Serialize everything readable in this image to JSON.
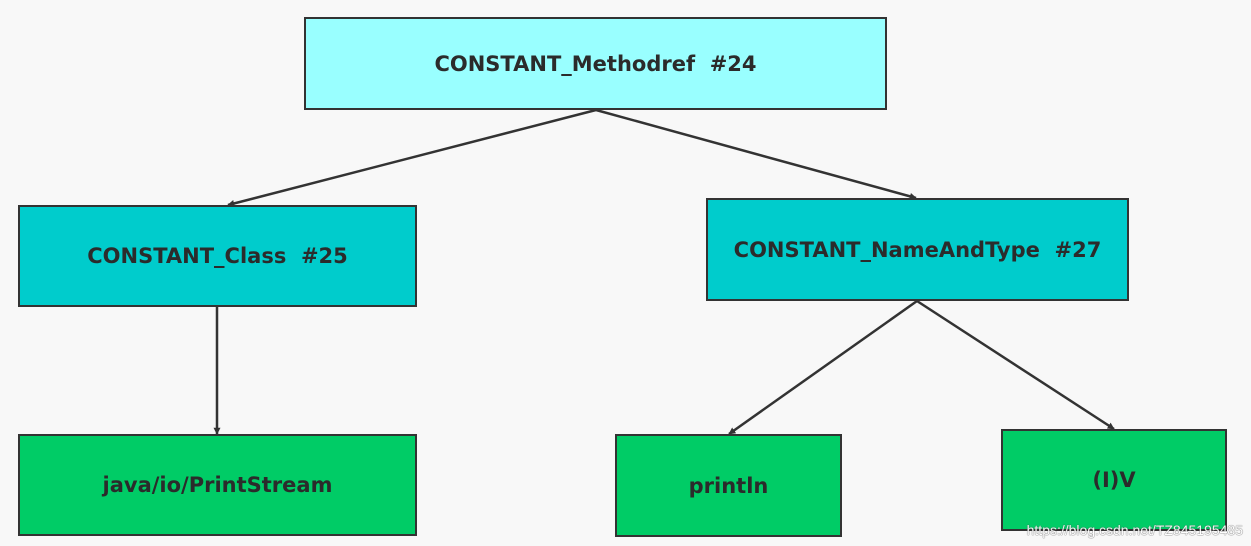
{
  "diagram": {
    "nodes": [
      {
        "id": "methodref",
        "label": "CONSTANT_Methodref  #24",
        "level": 0,
        "color": "#99ffff"
      },
      {
        "id": "class",
        "label": "CONSTANT_Class  #25",
        "level": 1,
        "color": "#00cccc"
      },
      {
        "id": "nameandtype",
        "label": "CONSTANT_NameAndType  #27",
        "level": 1,
        "color": "#00cccc"
      },
      {
        "id": "printstream",
        "label": "java/io/PrintStream",
        "level": 2,
        "color": "#00cc66"
      },
      {
        "id": "println",
        "label": "println",
        "level": 2,
        "color": "#00cc66"
      },
      {
        "id": "iv",
        "label": "(I)V",
        "level": 2,
        "color": "#00cc66"
      }
    ],
    "edges": [
      {
        "from": "methodref",
        "to": "class"
      },
      {
        "from": "methodref",
        "to": "nameandtype"
      },
      {
        "from": "class",
        "to": "printstream"
      },
      {
        "from": "nameandtype",
        "to": "println"
      },
      {
        "from": "nameandtype",
        "to": "iv"
      }
    ],
    "edge_color": "#333333"
  },
  "watermark": "https://blog.csdn.net/TZ845195485"
}
